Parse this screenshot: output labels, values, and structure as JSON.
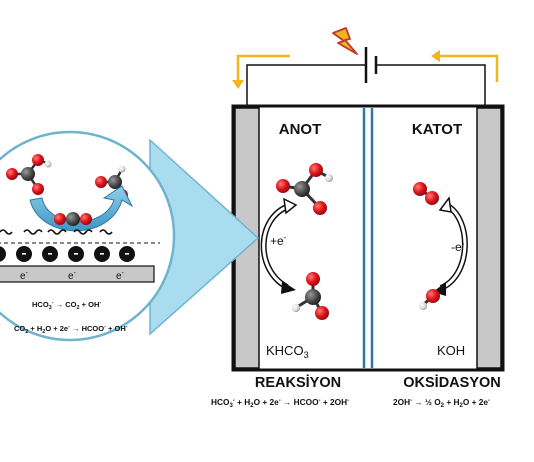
{
  "cell": {
    "anode_label": "ANOT",
    "cathode_label": "KATOT",
    "anode_electrolyte": "KHCO",
    "anode_electrolyte_sub": "3",
    "cathode_electrolyte": "KOH",
    "anode_electron": "+e",
    "anode_electron_sup": "-",
    "cathode_electron": "-e",
    "cathode_electron_sup": "-"
  },
  "captions": {
    "left_title": "REAKSİYON",
    "right_title": "OKSİDASYON"
  },
  "equations": {
    "left": {
      "t1": "HCO",
      "t1sub": "3",
      "t1sup": "-",
      "t2": " + H",
      "t2sub": "2",
      "t3": "O + 2e",
      "t3sup": "-",
      "arrow": " → ",
      "t4": "HCOO",
      "t4sup": "-",
      "t5": " + 2OH",
      "t5sup": "-"
    },
    "right": {
      "t1": "2OH",
      "t1sup": "-",
      "arrow": " → ",
      "t2": "½ O",
      "t2sub": "2",
      "t3": " + H",
      "t3sub": "2",
      "t4": "O + 2e",
      "t4sup": "-"
    }
  },
  "inset": {
    "electron": "e",
    "electron_sup": "-",
    "eq1": {
      "t1": "HCO",
      "t1sub": "3",
      "t1sup": "-",
      "arrow": " → ",
      "t2": "CO",
      "t2sub": "2",
      "t3": " + OH",
      "t3sup": "-"
    },
    "eq2": {
      "t1": "CO",
      "t1sub": "2",
      "t2": " + H",
      "t2sub": "2",
      "t3": "O + 2e",
      "t3sup": "-",
      "arrow": " → ",
      "t4": "HCOO",
      "t4sup": "-",
      "t5": " + OH",
      "t5sup": "-"
    }
  },
  "colors": {
    "oxygen": "#e0141b",
    "carbon": "#4a4a4a",
    "hydrogen": "#d4d4d4",
    "membrane": "#2f78a8",
    "arrow_fill": "#5fb4d8",
    "inset_fill": "#a9dcef",
    "inset_stroke": "#6fb3cf",
    "wire_arrow": "#f2b51f",
    "lightning": "#f2b51f",
    "electrode": "#c8c8c8"
  },
  "icons": {
    "power": "lightning-bolt-icon",
    "source": "battery-icon"
  }
}
